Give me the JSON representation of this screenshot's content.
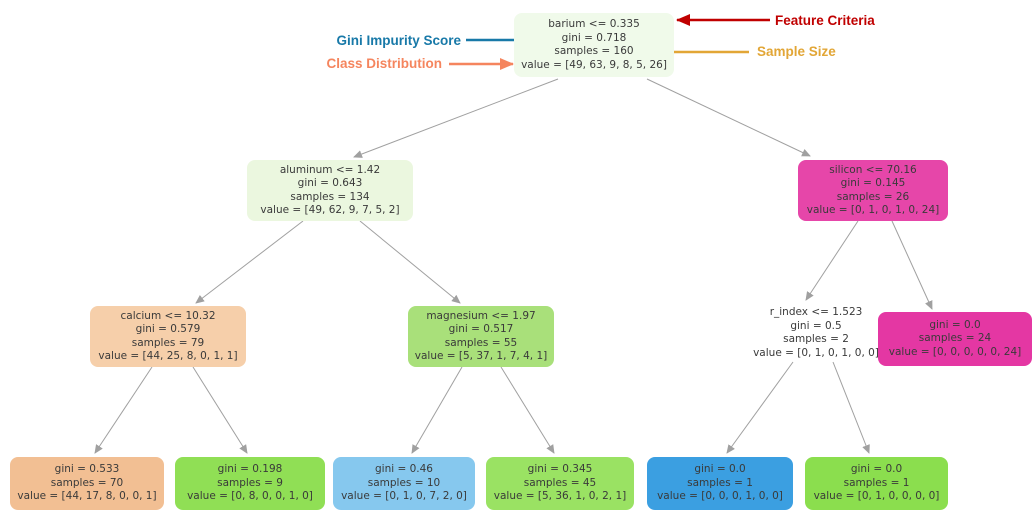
{
  "figure": {
    "background": "#ffffff",
    "edge_color": "#a0a0a0",
    "node_text_color": "#3a3a3a"
  },
  "annotations": {
    "feature_criteria": {
      "label": "Feature Criteria",
      "color": "#c00000"
    },
    "gini_impurity": {
      "label": "Gini Impurity Score",
      "color": "#1879a8"
    },
    "sample_size": {
      "label": "Sample Size",
      "color": "#e2a636"
    },
    "class_distribution": {
      "label": "Class Distribution",
      "color": "#f5855e"
    }
  },
  "nodes": {
    "root": {
      "condition": "barium <= 0.335",
      "gini": "gini = 0.718",
      "samples": "samples = 160",
      "value": "value = [49, 63, 9, 8, 5, 26]",
      "fill": "#f0faea"
    },
    "aluminum": {
      "condition": "aluminum <= 1.42",
      "gini": "gini = 0.643",
      "samples": "samples = 134",
      "value": "value = [49, 62, 9, 7, 5, 2]",
      "fill": "#ebf7df"
    },
    "silicon": {
      "condition": "silicon <= 70.16",
      "gini": "gini = 0.145",
      "samples": "samples = 26",
      "value": "value = [0, 1, 0, 1, 0, 24]",
      "fill": "#e646a9"
    },
    "calcium": {
      "condition": "calcium <= 10.32",
      "gini": "gini = 0.579",
      "samples": "samples = 79",
      "value": "value = [44, 25, 8, 0, 1, 1]",
      "fill": "#f6cfaa"
    },
    "magnesium": {
      "condition": "magnesium <= 1.97",
      "gini": "gini = 0.517",
      "samples": "samples = 55",
      "value": "value = [5, 37, 1, 7, 4, 1]",
      "fill": "#a9e07a"
    },
    "r_index": {
      "condition": "r_index <= 1.523",
      "gini": "gini = 0.5",
      "samples": "samples = 2",
      "value": "value = [0, 1, 0, 1, 0, 0]",
      "fill": "transparent"
    },
    "leaf_silicon_pure": {
      "gini": "gini = 0.0",
      "samples": "samples = 24",
      "value": "value = [0, 0, 0, 0, 0, 24]",
      "fill": "#e437a3"
    },
    "leaf_calcium_left": {
      "gini": "gini = 0.533",
      "samples": "samples = 70",
      "value": "value = [44, 17, 8, 0, 0, 1]",
      "fill": "#f2bf93"
    },
    "leaf_calcium_right": {
      "gini": "gini = 0.198",
      "samples": "samples = 9",
      "value": "value = [0, 8, 0, 0, 1, 0]",
      "fill": "#90df55"
    },
    "leaf_magnesium_left": {
      "gini": "gini = 0.46",
      "samples": "samples = 10",
      "value": "value = [0, 1, 0, 7, 2, 0]",
      "fill": "#86c8ee"
    },
    "leaf_magnesium_right": {
      "gini": "gini = 0.345",
      "samples": "samples = 45",
      "value": "value = [5, 36, 1, 0, 2, 1]",
      "fill": "#9ae263"
    },
    "leaf_rindex_left": {
      "gini": "gini = 0.0",
      "samples": "samples = 1",
      "value": "value = [0, 0, 0, 1, 0, 0]",
      "fill": "#3b9fe1"
    },
    "leaf_rindex_right": {
      "gini": "gini = 0.0",
      "samples": "samples = 1",
      "value": "value = [0, 1, 0, 0, 0, 0]",
      "fill": "#8bde4e"
    }
  }
}
